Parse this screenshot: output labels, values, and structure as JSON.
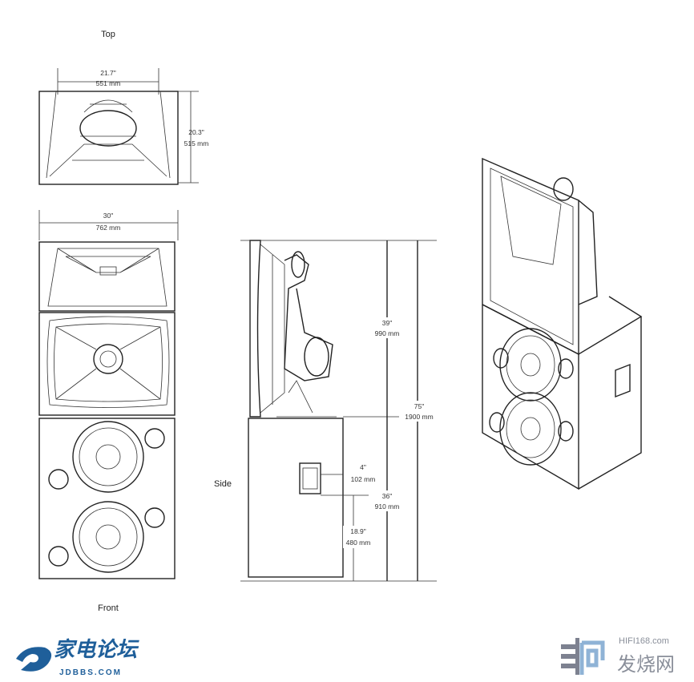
{
  "views": {
    "top": {
      "title": "Top",
      "width_in": "21.7\"",
      "width_mm": "551 mm",
      "depth_in": "20.3\"",
      "depth_mm": "515 mm"
    },
    "front": {
      "title": "Front",
      "width_in": "30\"",
      "width_mm": "762 mm"
    },
    "side": {
      "title": "Side",
      "upper_in": "39\"",
      "upper_mm": "990 mm",
      "total_in": "75\"",
      "total_mm": "1900 mm",
      "lower_in": "36\"",
      "lower_mm": "910 mm",
      "offset_in": "4\"",
      "offset_mm": "102 mm",
      "handle_in": "18.9\"",
      "handle_mm": "480 mm"
    }
  },
  "watermarks": {
    "left_cn": "家电论坛",
    "left_en": "JDBBS.COM",
    "right_en": "HIFI168.com",
    "right_cn": "发烧网"
  },
  "colors": {
    "jdbbs_blue": "#1f5f9a",
    "hifi_gray": "#7d8190",
    "hifi_blue": "#8fb3d6"
  }
}
